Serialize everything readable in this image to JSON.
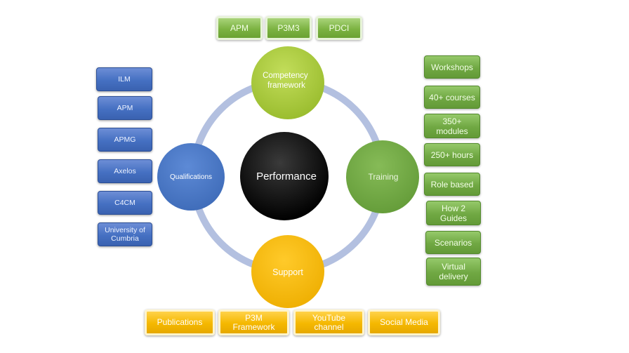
{
  "center": {
    "label": "Performance"
  },
  "nodes": {
    "competency": {
      "line1": "Competency",
      "line2": "framework"
    },
    "qualifications": {
      "label": "Qualifications"
    },
    "training": {
      "label": "Training"
    },
    "support": {
      "label": "Support"
    }
  },
  "top_boxes": [
    "APM",
    "P3M3",
    "PDCI"
  ],
  "left_boxes": [
    [
      "ILM"
    ],
    [
      "APM"
    ],
    [
      "APMG"
    ],
    [
      "Axelos"
    ],
    [
      "C4CM"
    ],
    [
      "University of",
      "Cumbria"
    ]
  ],
  "right_boxes": [
    [
      "Workshops"
    ],
    [
      "40+ courses"
    ],
    [
      "350+",
      "modules"
    ],
    [
      "250+ hours"
    ],
    [
      "Role based"
    ],
    [
      "How 2",
      "Guides"
    ],
    [
      "Scenarios"
    ],
    [
      "Virtual",
      "delivery"
    ]
  ],
  "bottom_boxes": [
    [
      "Publications"
    ],
    [
      "P3M",
      "Framework"
    ],
    [
      "YouTube",
      "channel"
    ],
    [
      "Social Media"
    ]
  ],
  "colors": {
    "ring": "#b3c0e0",
    "center": "#000000",
    "competency": "#a8c93a",
    "qualifications": "#4a78c6",
    "training": "#73aa45",
    "support": "#f7bb00"
  }
}
